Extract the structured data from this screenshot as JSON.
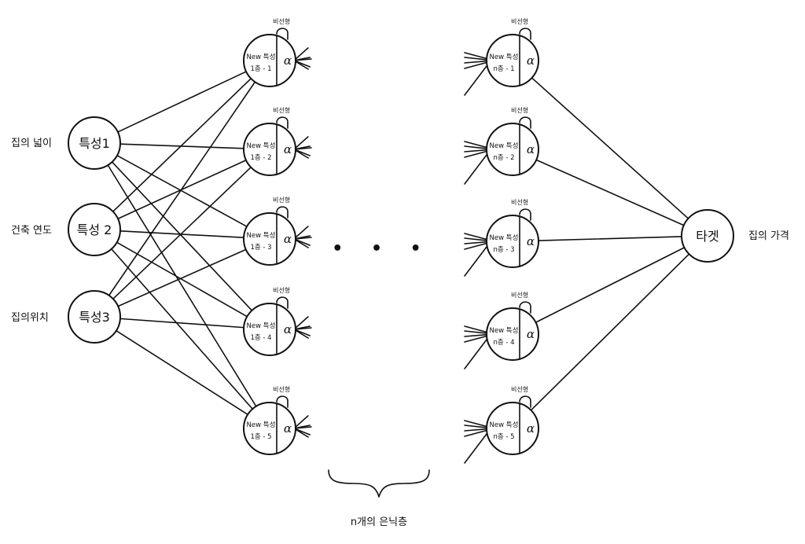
{
  "inputs": [
    {
      "feature": "특성1",
      "description": "집의 넓이"
    },
    {
      "feature": "특성 2",
      "description": "건축 연도"
    },
    {
      "feature": "특성3",
      "description": "집의위치"
    }
  ],
  "hidden_first": [
    {
      "title": "New 특성",
      "sub": "1층 - 1",
      "activation": "α",
      "nonlinear": "비선형"
    },
    {
      "title": "New 특성",
      "sub": "1층 - 2",
      "activation": "α",
      "nonlinear": "비선형"
    },
    {
      "title": "New 특성",
      "sub": "1층 - 3",
      "activation": "α",
      "nonlinear": "비선형"
    },
    {
      "title": "New 특성",
      "sub": "1층 - 4",
      "activation": "α",
      "nonlinear": "비선형"
    },
    {
      "title": "New 특성",
      "sub": "1층 - 5",
      "activation": "α",
      "nonlinear": "비선형"
    }
  ],
  "hidden_last": [
    {
      "title": "New 특성",
      "sub": "n층 - 1",
      "activation": "α",
      "nonlinear": "비선형"
    },
    {
      "title": "New 특성",
      "sub": "n층 - 2",
      "activation": "α",
      "nonlinear": "비선형"
    },
    {
      "title": "New 특성",
      "sub": "n층 - 3",
      "activation": "α",
      "nonlinear": "비선형"
    },
    {
      "title": "New 특성",
      "sub": "n층 - 4",
      "activation": "α",
      "nonlinear": "비선형"
    },
    {
      "title": "New 특성",
      "sub": "n층 - 5",
      "activation": "α",
      "nonlinear": "비선형"
    }
  ],
  "ellipsis": "• • •",
  "hidden_layers_label": "n개의 은닉층",
  "output": {
    "label": "타겟",
    "description": "집의 가격"
  }
}
